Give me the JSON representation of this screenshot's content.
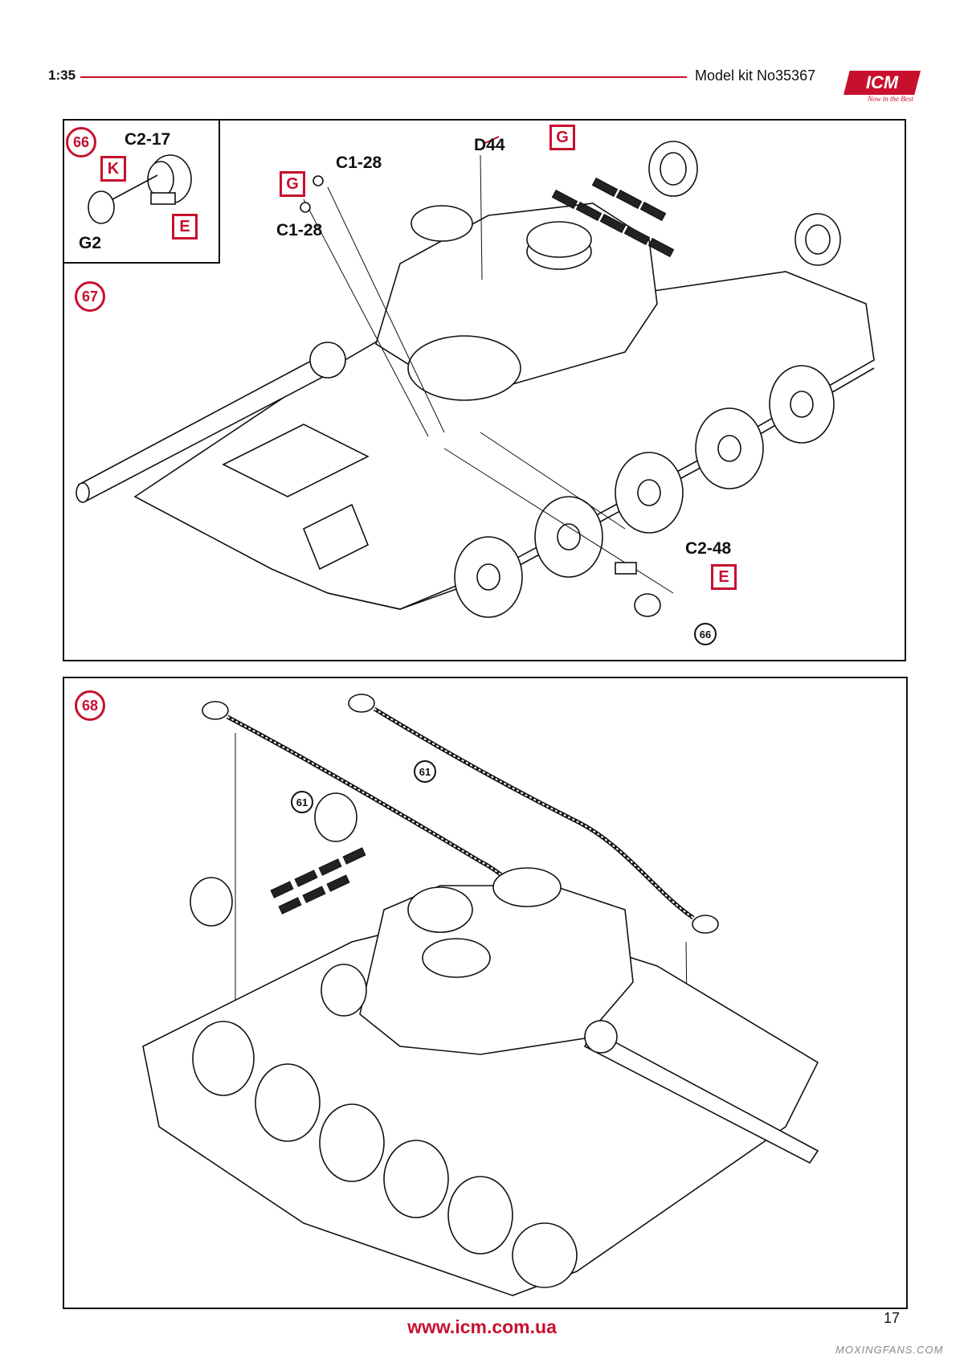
{
  "header": {
    "scale": "1:35",
    "kit": "Model kit No35367"
  },
  "logo": {
    "main": "ICM",
    "tagline": "Now in the Best"
  },
  "steps": {
    "s66": "66",
    "s67": "67",
    "s68": "68"
  },
  "inset": {
    "part_top": "C2-17",
    "part_bottom": "G2",
    "badge_k": "K",
    "badge_e": "E"
  },
  "step67": {
    "d44": "D44",
    "badge_g_top": "G",
    "c1_28_top": "C1-28",
    "badge_g_left": "G",
    "c1_28_bottom": "C1-28",
    "c2_48": "C2-48",
    "badge_e": "E",
    "ref_66": "66"
  },
  "step68": {
    "ref_61_a": "61",
    "ref_61_b": "61"
  },
  "footer": {
    "url": "www.icm.com.ua",
    "page": "17",
    "watermark": "MOXINGFANS.COM"
  },
  "colors": {
    "accent": "#c8102e"
  }
}
